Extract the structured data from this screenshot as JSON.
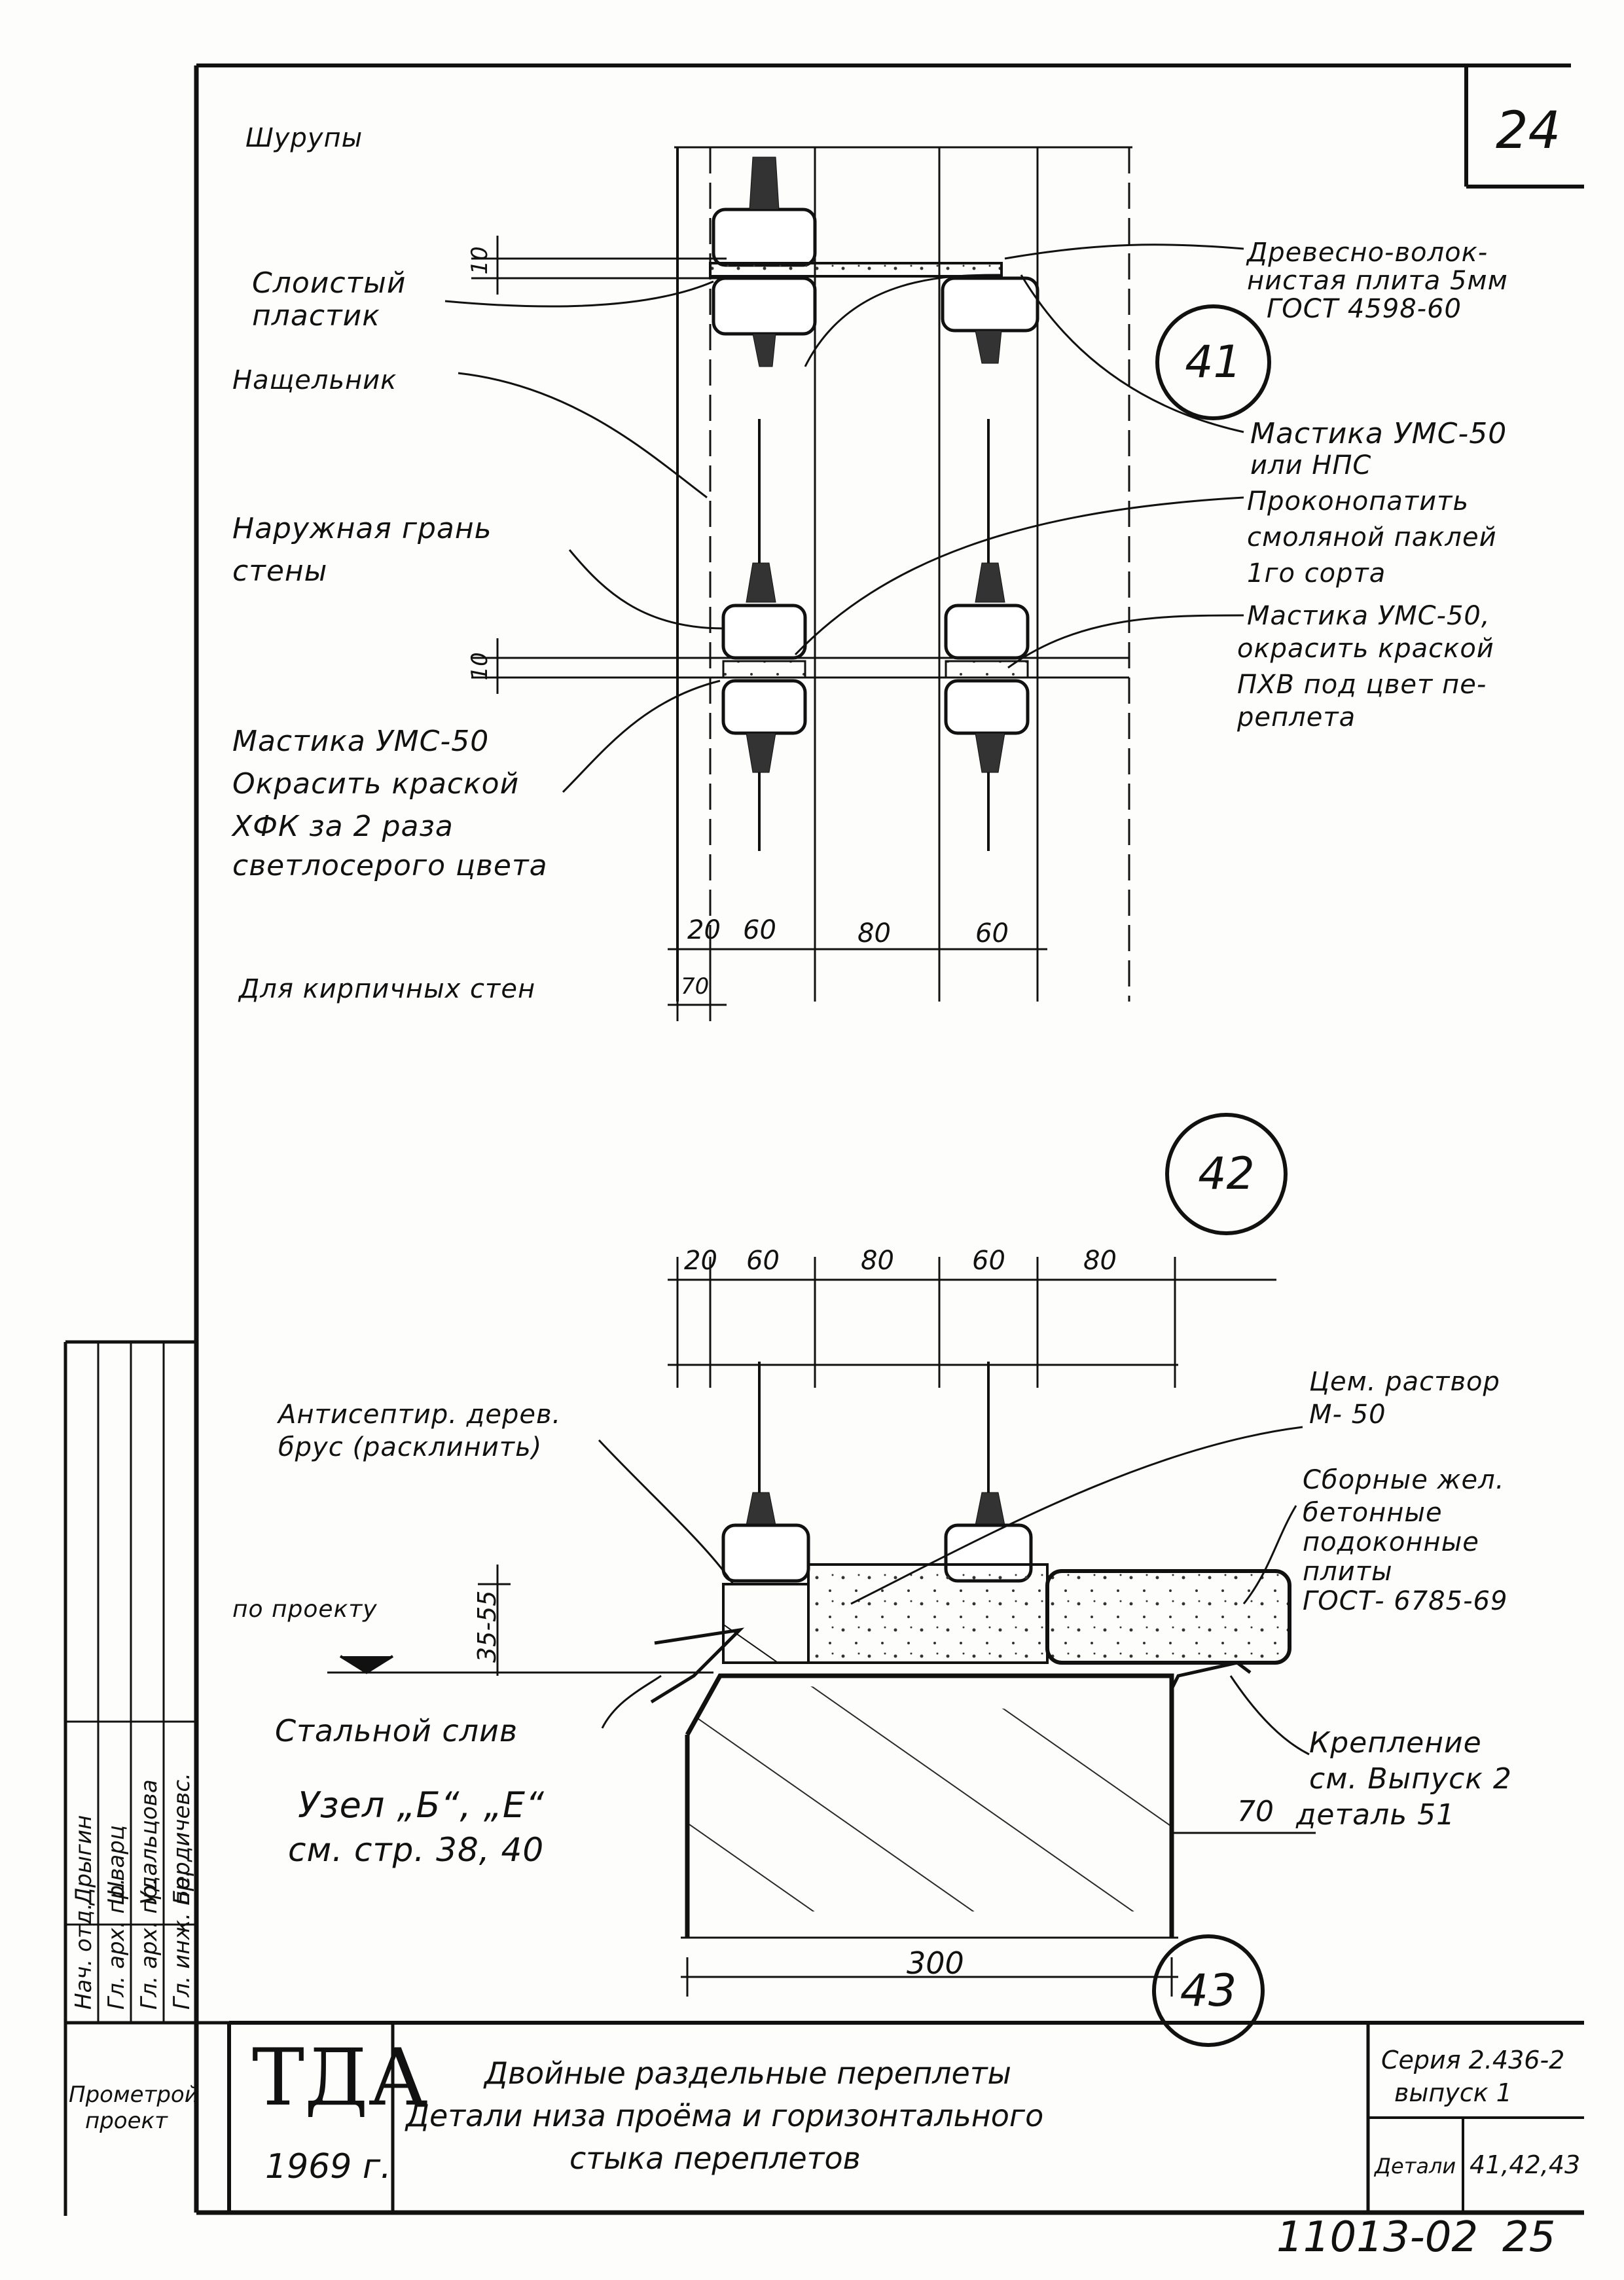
{
  "sheet": {
    "page_number": "24",
    "archive_number": "11013-02",
    "archive_page": "25"
  },
  "detail41": {
    "marker": "41",
    "label_screws": "Шурупы",
    "label_laminate_1": "Слоистый",
    "label_laminate_2": "пластик",
    "label_trim": "Нащельник",
    "label_fiberboard_1": "Древесно-волок-",
    "label_fiberboard_2": "нистая плита 5мм",
    "label_fiberboard_3": "ГОСТ 4598-60",
    "label_mastic_1": "Мастика УМС-50",
    "label_mastic_2": "или НПС",
    "label_caulk_1": "Проконопатить",
    "label_caulk_2": "смоляной паклей",
    "label_caulk_3": "1го сорта",
    "label_outer_1": "Наружная грань",
    "label_outer_2": "стены",
    "label_mastic_paint_1": "Мастика УМС-50,",
    "label_mastic_paint_2": "окрасить краской",
    "label_mastic_paint_3": "ПХВ под цвет пе-",
    "label_mastic_paint_4": "реплета",
    "label_mastic_left_1": "Мастика УМС-50",
    "label_mastic_left_2": "Окрасить краской",
    "label_mastic_left_3": "ХФК за 2 раза",
    "label_mastic_left_4": "светлосерого цвета",
    "dim_gap": "10",
    "dim_20": "20",
    "dim_60a": "60",
    "dim_80": "80",
    "dim_60b": "60",
    "dim_70": "70",
    "label_brick": "Для кирпичных стен"
  },
  "detail42": {
    "marker": "42"
  },
  "detail43": {
    "marker": "43",
    "dim_20": "20",
    "dim_60a": "60",
    "dim_80a": "80",
    "dim_60b": "60",
    "dim_80b": "80",
    "label_bar_1": "Антисептир. дерев.",
    "label_bar_2": "брус (расклинить)",
    "label_mortar_1": "Цем. раствор",
    "label_mortar_2": "М- 50",
    "label_sill_1": "Сборные жел.",
    "label_sill_2": "бетонные",
    "label_sill_3": "подоконные",
    "label_sill_4": "плиты",
    "label_sill_5": "ГОСТ- 6785-69",
    "label_per_project": "по проекту",
    "dim_35_55": "35-55",
    "label_steel": "Стальной слив",
    "label_fix_1": "Крепление",
    "label_fix_2": "см. Выпуск 2",
    "label_fix_3": "деталь 51",
    "dim_70": "70",
    "dim_300": "300",
    "label_node_1": "Узел „Б“, „Е“",
    "label_node_2": "см. стр. 38, 40"
  },
  "side_stamp": {
    "roles": [
      "Нач. отд.",
      "Гл. арх. пр.",
      "Гл. арх. пр.",
      "Гл. инж. пр."
    ],
    "names": [
      "Дрыгин",
      "Шварц",
      "Удальцова",
      "Бердичевс."
    ]
  },
  "title_block": {
    "org_1": "Прометрой",
    "org_2": "проект",
    "logo": "ТДА",
    "year": "1969 г.",
    "title_1": "Двойные раздельные переплеты",
    "title_2": "Детали низа проёма и горизонтального",
    "title_3": "стыка переплетов",
    "series_1": "Серия 2.436-2",
    "series_2": "выпуск 1",
    "details_label": "Детали",
    "details_value": "41,42,43"
  }
}
